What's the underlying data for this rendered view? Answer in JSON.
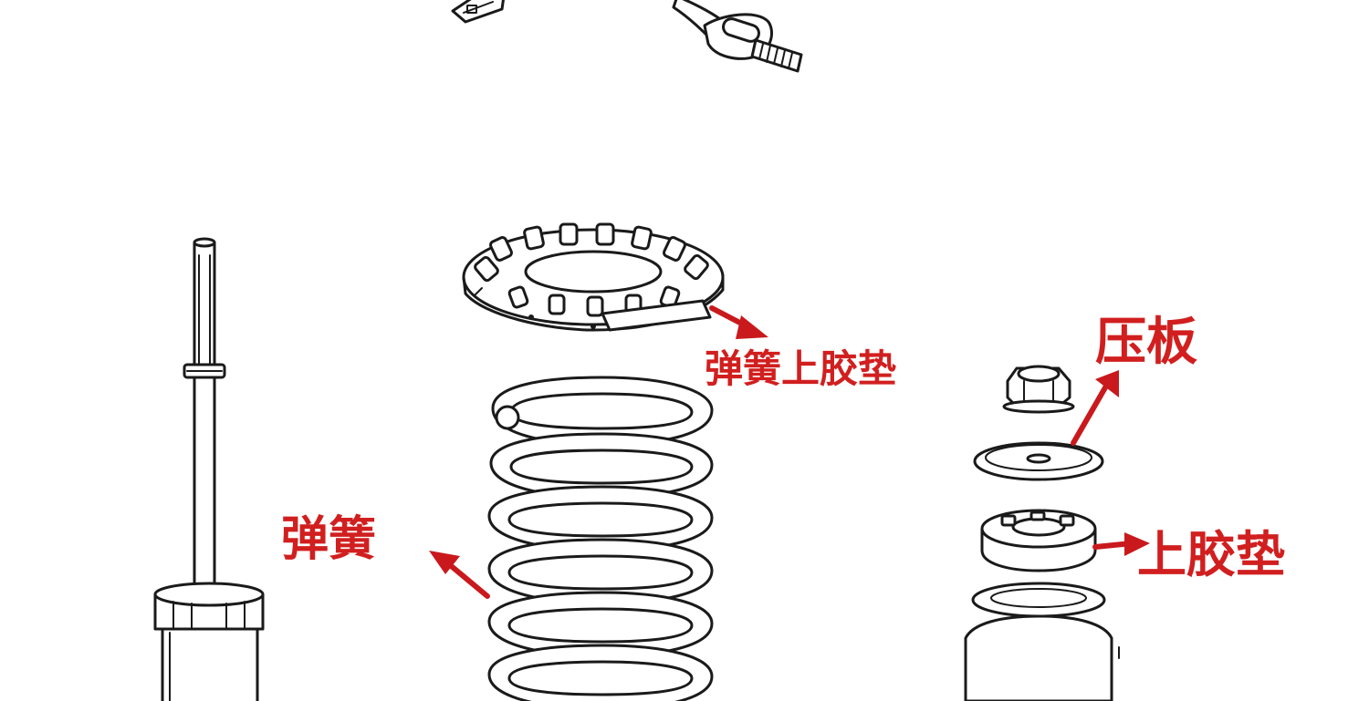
{
  "colors": {
    "label": "#d11f1f",
    "arrow": "#c9191c",
    "line_art": "#1a1a1a",
    "background": "#ffffff"
  },
  "labels": {
    "spring_upper_pad": "弹簧上胶垫",
    "pressure_plate": "压板",
    "spring": "弹簧",
    "upper_pad": "上胶垫"
  }
}
